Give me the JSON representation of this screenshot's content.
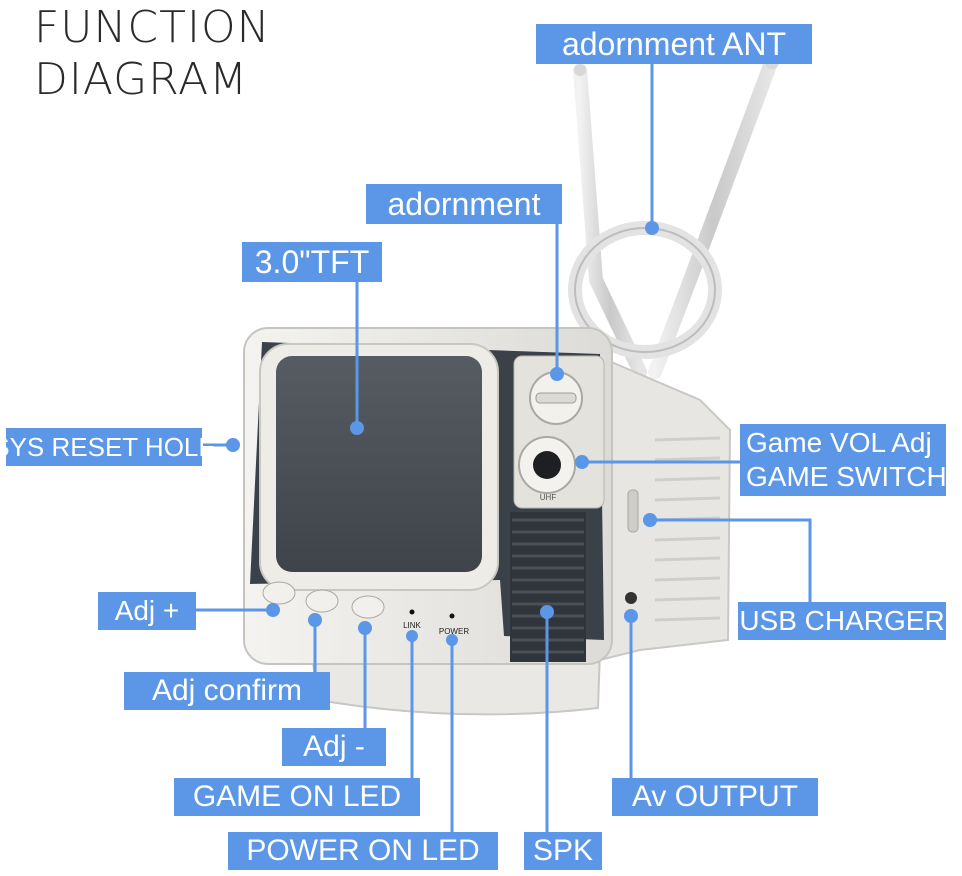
{
  "title": {
    "line1": "FUNCTION",
    "line2": "DIAGRAM"
  },
  "labels": {
    "adornment_ant": "adornment ANT",
    "adornment": "adornment",
    "tft": "3.0\"TFT",
    "sys_reset": "SYS RESET HOLE",
    "game_vol_line1": "Game VOL Adj",
    "game_vol_line2": "GAME SWITCH",
    "usb_charger": "USB CHARGER",
    "adj_plus": "Adj +",
    "adj_confirm": "Adj confirm",
    "adj_minus": "Adj -",
    "game_on_led": "GAME ON LED",
    "power_on_led": "POWER ON LED",
    "spk": "SPK",
    "av_output": "Av OUTPUT"
  },
  "device_markings": {
    "link": "LINK",
    "power": "POWER",
    "dial_uhf": "UHF"
  },
  "colors": {
    "accent": "#5b97e6",
    "label_text": "#ffffff",
    "device_body": "#ececea",
    "device_panel": "#3b4148",
    "title_text": "#2a2a2a"
  }
}
